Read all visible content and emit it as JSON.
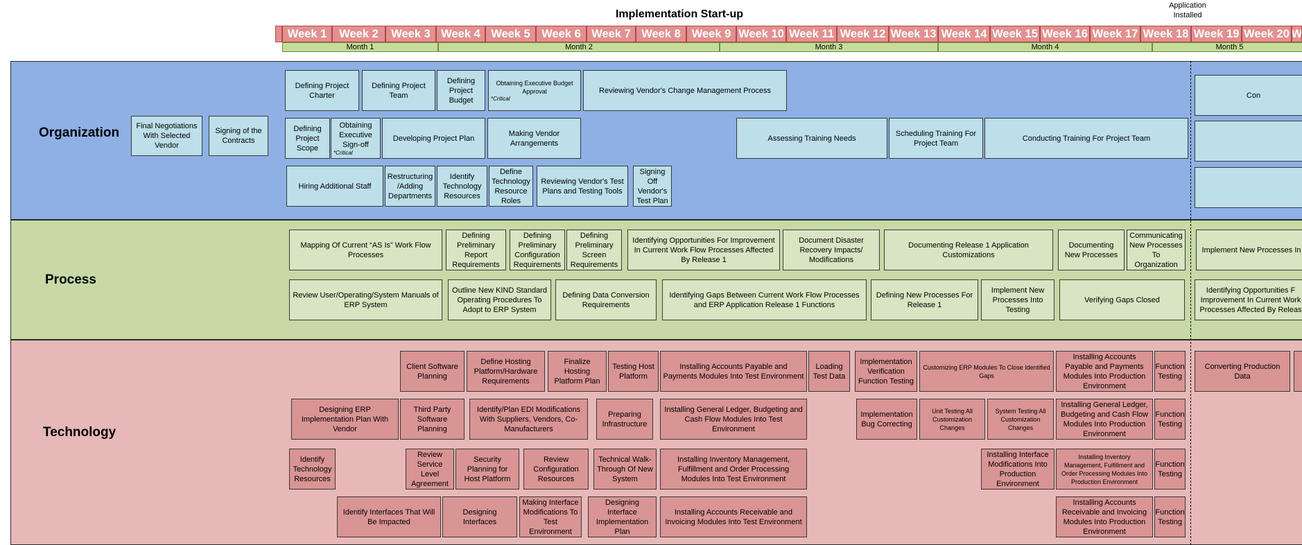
{
  "header": {
    "title": "Implementation Start-up",
    "milestone": "Application Installed"
  },
  "weeks": [
    "Week 1",
    "Week 2",
    "Week 3",
    "Week 4",
    "Week 5",
    "Week 6",
    "Week 7",
    "Week 8",
    "Week 9",
    "Week 10",
    "Week 11",
    "Week 12",
    "Week 13",
    "Week 14",
    "Week 15",
    "Week 16",
    "Week 17",
    "Week 18",
    "Week 19",
    "Week 20",
    "W"
  ],
  "months": [
    "Month 1",
    "Month 2",
    "Month 3",
    "Month 4",
    "Month 5"
  ],
  "bands": {
    "organization": "Organization",
    "process": "Process",
    "technology": "Technology"
  },
  "critical_note": "*Critical",
  "colors": {
    "organization_band": "#8eb0e4",
    "organization_task": "#bcdfe9",
    "process_band": "#c6d9a6",
    "process_task": "#d7e5c2",
    "technology_band": "#e7b8b8",
    "technology_task": "#d99494",
    "week_header": "#e39090",
    "month_header": "#c5dc9a"
  },
  "tasks": {
    "organization": [
      "Final Negotiations With Selected Vendor",
      "Signing of the Contracts",
      "Defining Project Charter",
      "Defining Project Team",
      "Defining Project Budget",
      "Obtaining Executive Budget Approval",
      "Reviewing Vendor's Change Management Process",
      "Con",
      "Defining Project Scope",
      "Obtaining Executive Sign-off",
      "Developing Project Plan",
      "Making Vendor Arrangements",
      "Assessing Training Needs",
      "Scheduling Training For Project Team",
      "Conducting Training For Project Team",
      "",
      "Hiring Additional Staff",
      "Restructuring /Adding Departments",
      "Identify Technology Resources",
      "Define Technology Resource Roles",
      "Reviewing Vendor's Test Plans and Testing Tools",
      "Signing Off Vendor's Test Plan",
      ""
    ],
    "process": [
      "Mapping Of Current “AS Is” Work Flow Processes",
      "Defining Preliminary Report Requirements",
      "Defining Preliminary Configuration Requirements",
      "Defining Preliminary Screen Requirements",
      "Identifying Opportunities For Improvement In Current Work Flow Processes Affected By Release 1",
      "Document Disaster Recovery Impacts/ Modifications",
      "Documenting Release 1 Application Customizations",
      "Documenting New Processes",
      "Communicating New Processes To Organization",
      "Implement New Processes In",
      "Review User/Operating/System Manuals of ERP System",
      "Outline New KIND Standard Operating Procedures To Adopt to ERP System",
      "Defining Data Conversion Requirements",
      "Identifying Gaps Between Current Work Flow Processes and ERP Application Release 1 Functions",
      "Defining New Processes For Release 1",
      "Implement New Processes Into Testing",
      "Verifying Gaps Closed",
      "Identifying Opportunities F Improvement In Current Work Processes Affected By Releas"
    ],
    "technology": [
      "Client Software Planning",
      "Define Hosting Platform/Hardware Requirements",
      "Finalize Hosting Platform Plan",
      "Testing Host Platform",
      "Installing Accounts Payable and Payments Modules Into Test Environment",
      "Loading Test Data",
      "Implementation Verification Function Testing",
      "Customizing ERP Modules To Close Identified Gaps",
      "Installing Accounts Payable and Payments Modules Into Production Environment",
      "Function Testing",
      "Converting Production Data",
      "",
      "Designing ERP Implementation Plan With Vendor",
      "Third Party Software Planning",
      "Identify/Plan EDI Modifications With Suppliers, Vendors, Co-Manufacturers",
      "Preparing Infrastructure",
      "Installing General Ledger, Budgeting and Cash Flow Modules Into Test Environment",
      "Implementation Bug Correcting",
      "Unit Testing All Customization Changes",
      "System Testing All Customization Changes",
      "Installing General Ledger, Budgeting and Cash Flow Modules Into Production Environment",
      "Function Testing",
      "Identify Technology Resources",
      "Review Service Level Agreement",
      "Security Planning for Host Platform",
      "Review Configuration Resources",
      "Technical Walk-Through Of New System",
      "Installing Inventory Management, Fulfillment and Order Processing Modules Into Test Environment",
      "Installing Interface Modifications Into Production Environment",
      "Installing Inventory Management, Fulfillment and Order Processing Modules Into Production Environment",
      "Function Testing",
      "Identify Interfaces That Will Be Impacted",
      "Designing Interfaces",
      "Making Interface Modifications To Test Environment",
      "Designing Interface Implementation Plan",
      "Installing Accounts Receivable and Invoicing Modules Into Test Environment",
      "Installing Accounts Receivable and Invoicing Modules Into Production Environment",
      "Function Testing"
    ]
  }
}
